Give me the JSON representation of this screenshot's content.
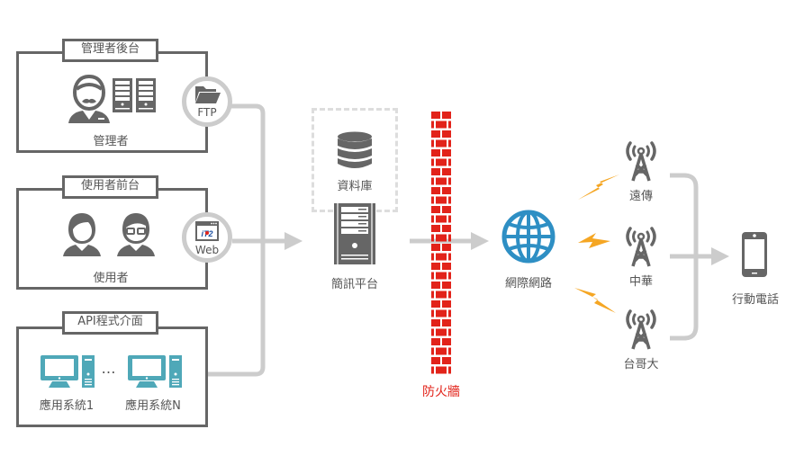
{
  "diagram": {
    "title": "簡訊平台系統架構",
    "colors": {
      "gray_dark": "#666666",
      "gray_line": "#cccccc",
      "firewall_red": "#e2231a",
      "teal": "#4fa8b8",
      "globe_blue": "#2e8fc4",
      "lightning": "#f5a623"
    },
    "sources": [
      {
        "title": "管理者後台",
        "caption": "管理者",
        "channel": {
          "icon": "folder-icon",
          "label": "FTP"
        },
        "icons": [
          "admin-user-icon",
          "server-rack-icon",
          "server-rack-icon"
        ]
      },
      {
        "title": "使用者前台",
        "caption": "使用者",
        "channel": {
          "icon": "browser-window-icon",
          "label": "Web"
        },
        "icons": [
          "female-user-icon",
          "male-glasses-user-icon"
        ]
      },
      {
        "title": "API程式介面",
        "systems": [
          "應用系統1",
          "應用系統N"
        ],
        "ellipsis": "…",
        "icons": [
          "desktop-computer-icon",
          "desktop-computer-icon"
        ]
      }
    ],
    "database": {
      "label": "資料庫",
      "icon": "database-icon"
    },
    "platform": {
      "label": "簡訊平台",
      "icon": "server-tower-icon"
    },
    "firewall": {
      "label": "防火牆",
      "icon": "brick-wall-icon"
    },
    "internet": {
      "label": "網際網路",
      "icon": "globe-icon"
    },
    "carriers": [
      {
        "label": "遠傳",
        "icon": "cell-tower-icon"
      },
      {
        "label": "中華",
        "icon": "cell-tower-icon"
      },
      {
        "label": "台哥大",
        "icon": "cell-tower-icon"
      }
    ],
    "mobile": {
      "label": "行動電話",
      "icon": "smartphone-icon"
    }
  }
}
